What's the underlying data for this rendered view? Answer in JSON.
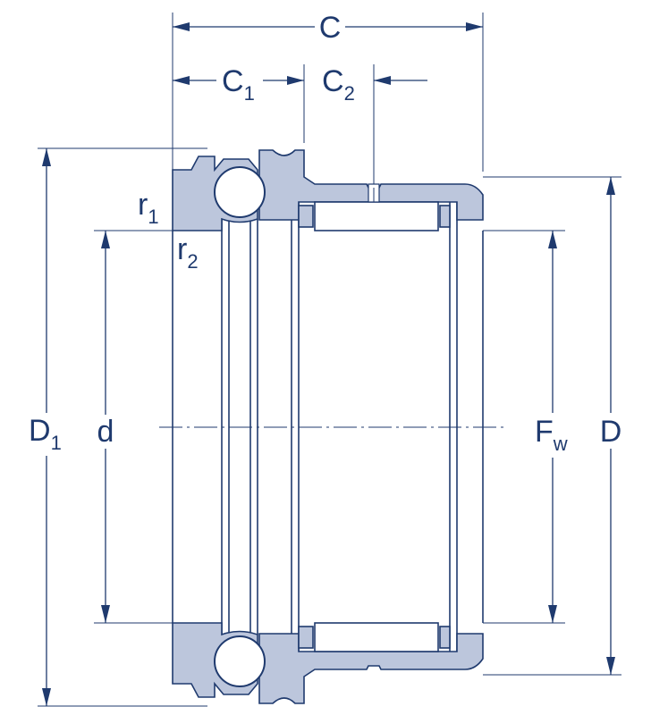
{
  "labels": {
    "C": "C",
    "C1_main": "C",
    "C1_sub": "1",
    "C2_main": "C",
    "C2_sub": "2",
    "r1_main": "r",
    "r1_sub": "1",
    "r2_main": "r",
    "r2_sub": "2",
    "D1_main": "D",
    "D1_sub": "1",
    "d": "d",
    "Fw_main": "F",
    "Fw_sub": "w",
    "D": "D"
  },
  "colors": {
    "line": "#1f3a6e",
    "section_fill": "#bcc6dc"
  }
}
